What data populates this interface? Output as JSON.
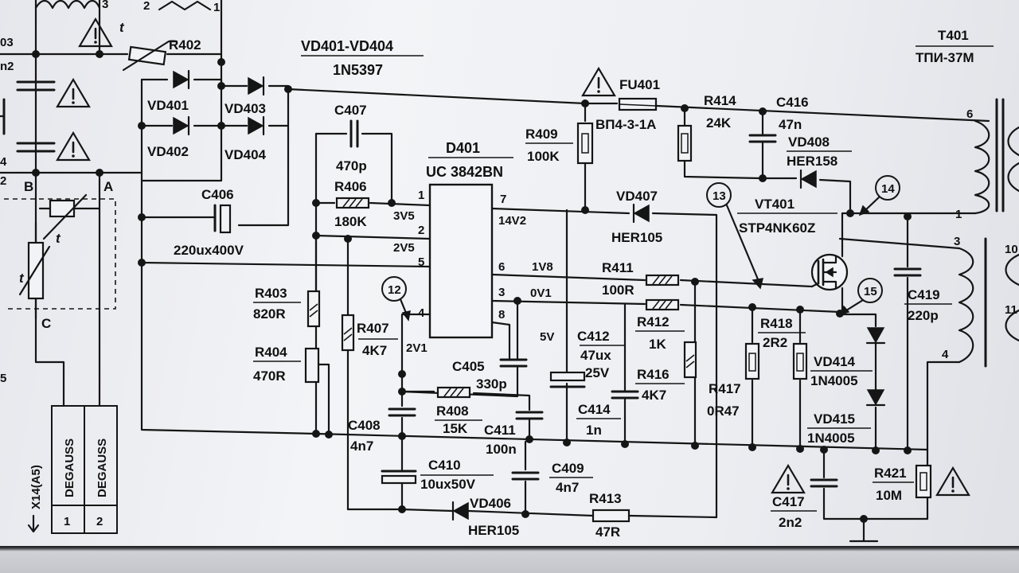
{
  "diagram": {
    "frame_title": "VD401-VD404",
    "frame_subtitle": "1N5397",
    "transformer": {
      "ref": "T401",
      "type": "ТПИ-37М",
      "pins": [
        "6",
        "1",
        "3",
        "4"
      ]
    },
    "ic": {
      "ref": "D401",
      "part": "UC 3842BN",
      "left_pins": [
        {
          "num": "1",
          "volt": "3V5"
        },
        {
          "num": "2",
          "volt": "2V5"
        },
        {
          "num": "5",
          "volt": ""
        },
        {
          "num": "4",
          "volt": "2V1"
        }
      ],
      "right_pins": [
        {
          "num": "7",
          "volt": "14V2"
        },
        {
          "num": "6",
          "volt": "1V8"
        },
        {
          "num": "3",
          "volt": "0V1"
        },
        {
          "num": "8",
          "volt": "5V"
        }
      ]
    },
    "components": [
      {
        "ref": "R402",
        "value": ""
      },
      {
        "ref": "VD401",
        "value": ""
      },
      {
        "ref": "VD402",
        "value": ""
      },
      {
        "ref": "VD403",
        "value": ""
      },
      {
        "ref": "VD404",
        "value": ""
      },
      {
        "ref": "C406",
        "value": "220ux400V"
      },
      {
        "ref": "C407",
        "value": "470p"
      },
      {
        "ref": "R406",
        "value": "180K"
      },
      {
        "ref": "R403",
        "value": "820R"
      },
      {
        "ref": "R404",
        "value": "470R"
      },
      {
        "ref": "R407",
        "value": "4K7"
      },
      {
        "ref": "C405",
        "value": "330p"
      },
      {
        "ref": "R408",
        "value": "15K"
      },
      {
        "ref": "C408",
        "value": "4n7"
      },
      {
        "ref": "C411",
        "value": "100n"
      },
      {
        "ref": "C410",
        "value": "10ux50V"
      },
      {
        "ref": "C409",
        "value": "4n7"
      },
      {
        "ref": "VD406",
        "value": "HER105"
      },
      {
        "ref": "R413",
        "value": "47R"
      },
      {
        "ref": "FU401",
        "value": "ВП4-3-1А"
      },
      {
        "ref": "R409",
        "value": "100K"
      },
      {
        "ref": "R414",
        "value": "24K"
      },
      {
        "ref": "C416",
        "value": "47n"
      },
      {
        "ref": "VD408",
        "value": "HER158"
      },
      {
        "ref": "VT401",
        "value": "STP4NK60Z"
      },
      {
        "ref": "VD407",
        "value": "HER105"
      },
      {
        "ref": "R411",
        "value": "100R"
      },
      {
        "ref": "R412",
        "value": "1K"
      },
      {
        "ref": "R416",
        "value": "4K7"
      },
      {
        "ref": "C412",
        "value": "47ux"
      },
      {
        "ref": "C414",
        "value": "1n"
      },
      {
        "ref": "R417",
        "value": "0R47"
      },
      {
        "ref": "R418",
        "value": "2R2"
      },
      {
        "ref": "VD414",
        "value": "1N4005"
      },
      {
        "ref": "VD415",
        "value": "1N4005"
      },
      {
        "ref": "C419",
        "value": "220p"
      },
      {
        "ref": "C417",
        "value": "2n2"
      },
      {
        "ref": "R421",
        "value": "10M"
      }
    ],
    "c412_rating": "25V",
    "test_points": [
      "12",
      "13",
      "14",
      "15"
    ],
    "node_labels": {
      "b": "B",
      "a": "A",
      "c": "C",
      "t": "t",
      "pin_5": "5",
      "pin_2": "2",
      "pin_3": "3",
      "pin_4": "4",
      "left_03": "03",
      "left_n2": "n2",
      "left_4": "4"
    },
    "coil_pins_top": [
      "3",
      "2",
      "1"
    ],
    "connector": {
      "ref": "X14(A5)",
      "pins": [
        {
          "num": "1",
          "label": "DEGAUSS"
        },
        {
          "num": "2",
          "label": "DEGAUSS"
        }
      ]
    },
    "transformer_side_pins": [
      "10",
      "11"
    ]
  }
}
